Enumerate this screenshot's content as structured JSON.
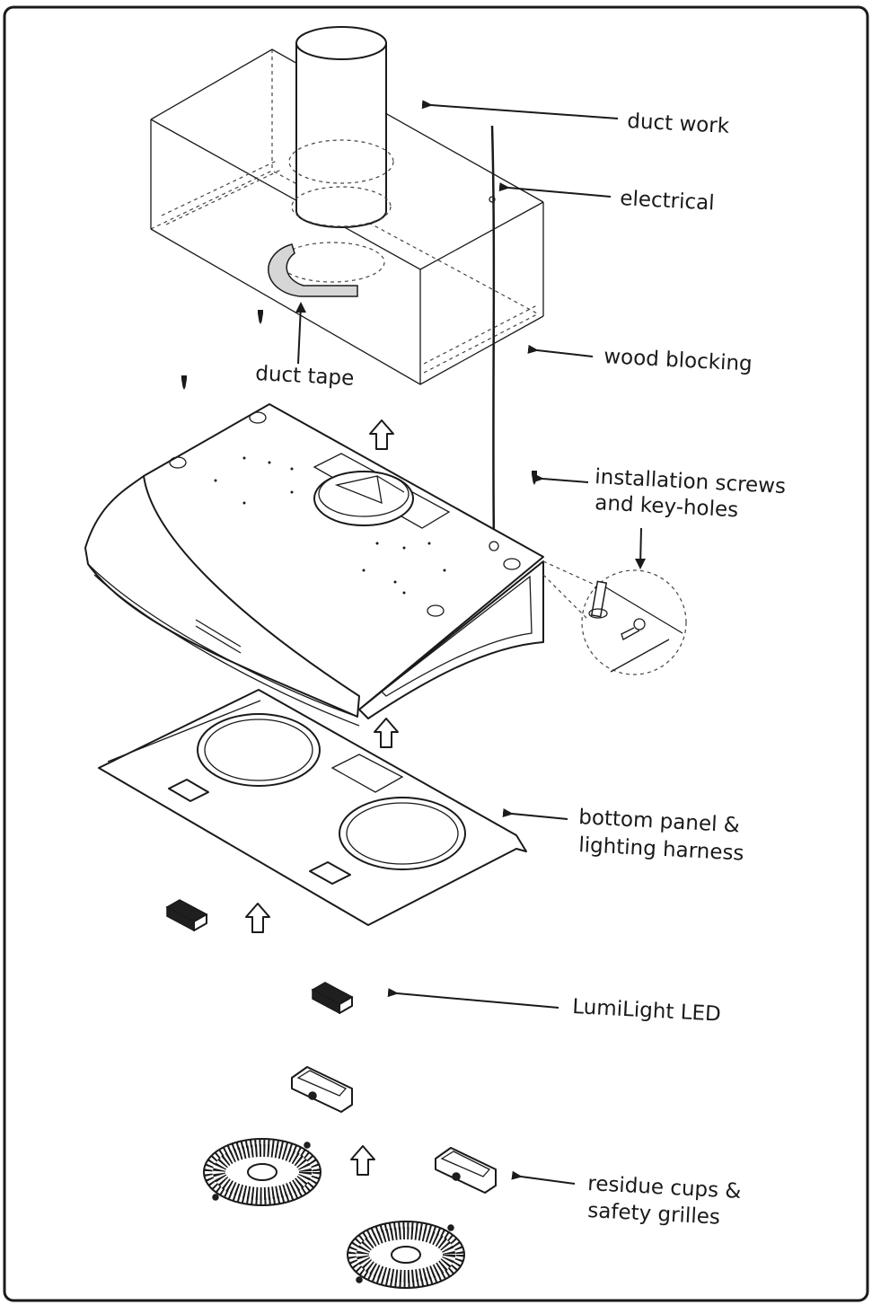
{
  "labels": {
    "duct_work": "duct work",
    "electrical": "electrical",
    "wood_blocking": "wood blocking",
    "duct_tape": "duct tape",
    "installation_screws_line1": "installation screws",
    "installation_screws_line2": "and key-holes",
    "bottom_panel_line1": "bottom panel &",
    "bottom_panel_line2": "lighting harness",
    "lumilight_led": "LumiLight LED",
    "residue_cups_line1": "residue cups &",
    "residue_cups_line2": "safety grilles"
  },
  "icons": {
    "up_arrow": "up-arrow-icon",
    "screw": "screw-icon"
  },
  "colors": {
    "ink": "#1a1a1a",
    "tape": "#d6d6d6",
    "background": "#ffffff"
  }
}
